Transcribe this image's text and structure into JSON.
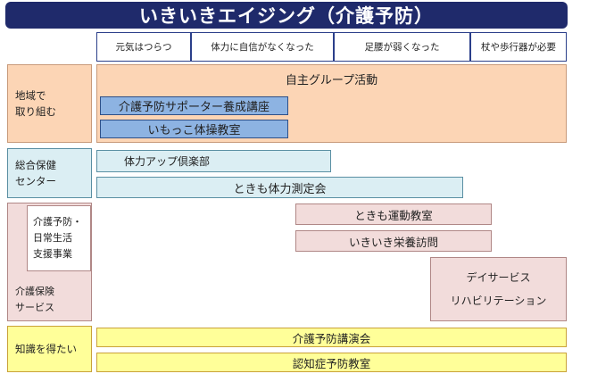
{
  "title": "いきいきエイジング（介護予防）",
  "stages": [
    "元気はつらつ",
    "体力に自信がなくなった",
    "足腰が弱くなった",
    "杖や歩行器が必要"
  ],
  "rows": {
    "community": {
      "label": [
        "地域で",
        "取り組む"
      ],
      "group_activity": "自主グループ活動",
      "supporter_course": "介護予防サポーター養成講座",
      "imokko": "いもっこ体操教室"
    },
    "center": {
      "label": [
        "総合保健",
        "センター"
      ],
      "fitness_club": "体力アップ倶楽部",
      "measurement": "ときも体力測定会"
    },
    "service": {
      "inner_label": [
        "介護予防・",
        "日常生活",
        "支援事業"
      ],
      "label": [
        "介護保険",
        "サービス"
      ],
      "exercise_class": "ときも運動教室",
      "nutrition_visit": "いきいき栄養訪問",
      "day_service": [
        "デイサービス",
        "リハビリテーション"
      ]
    },
    "knowledge": {
      "label": [
        "知識を得たい"
      ],
      "lecture": "介護予防講演会",
      "dementia_class": "認知症予防教室"
    }
  }
}
